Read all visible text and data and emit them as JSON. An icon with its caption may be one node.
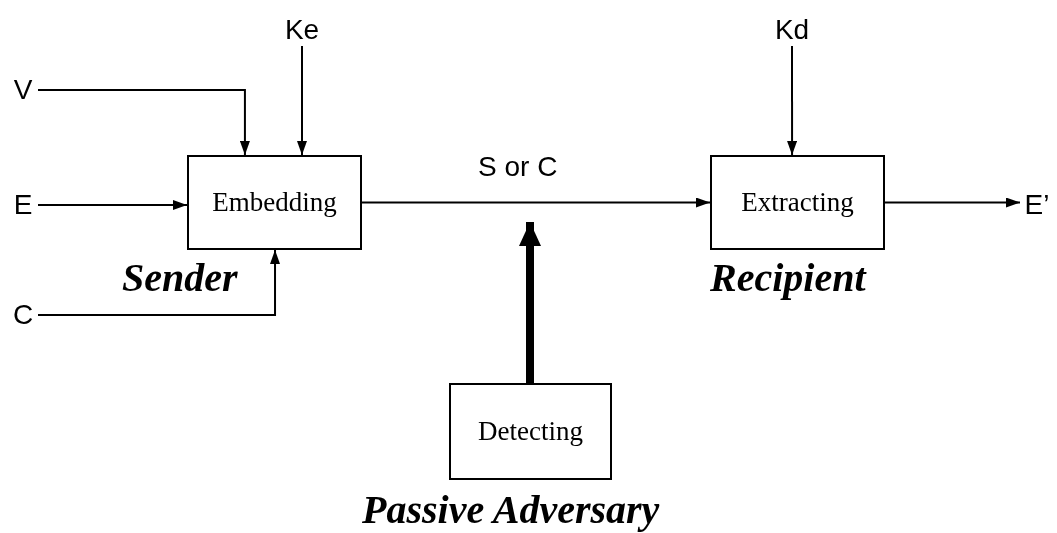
{
  "diagram": {
    "nodes": [
      {
        "text": [
          "Ke"
        ]
      },
      {
        "text": [
          "Kd"
        ]
      },
      {
        "text": [
          "V"
        ]
      },
      {
        "text": [
          "E"
        ]
      },
      {
        "text": [
          "Embedding"
        ],
        "beside": [
          "Sender"
        ]
      },
      {
        "text": [
          "Extracting"
        ],
        "beside": [
          "Recipient"
        ]
      },
      {
        "text": [
          "E’"
        ]
      },
      {
        "text": [
          "C"
        ]
      },
      {
        "text": [
          "Detecting"
        ],
        "beside": [
          "Passive Adversary"
        ]
      }
    ],
    "edges": [
      {
        "from": 0,
        "to": 4,
        "arrow": "to"
      },
      {
        "from": 2,
        "to": 4,
        "arrow": "to"
      },
      {
        "from": 3,
        "to": 4,
        "arrow": "to"
      },
      {
        "from": 7,
        "to": 4,
        "arrow": "to"
      },
      {
        "from": 4,
        "to": 5,
        "arrow": "to",
        "label": "S or C"
      },
      {
        "from": 1,
        "to": 5,
        "arrow": "to"
      },
      {
        "from": 5,
        "to": 6,
        "arrow": "to"
      },
      {
        "from": 8,
        "to": null,
        "arrow": "to",
        "style": "thick"
      }
    ]
  }
}
